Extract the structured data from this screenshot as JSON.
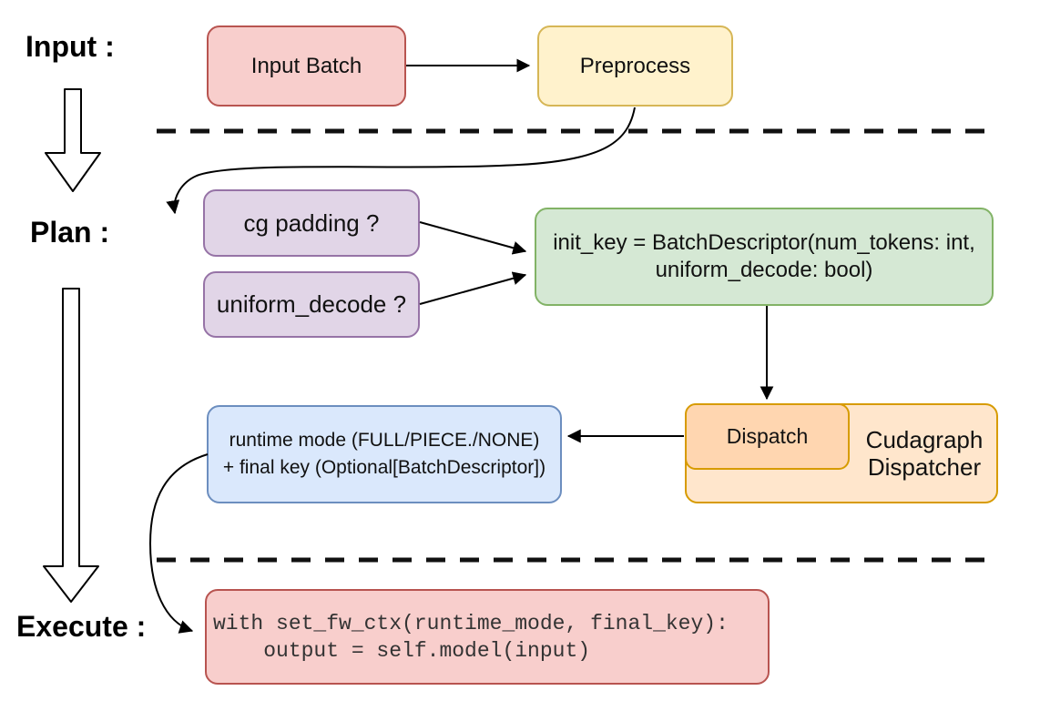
{
  "stage_labels": {
    "input": "Input :",
    "plan": "Plan :",
    "execute": "Execute :"
  },
  "nodes": {
    "input_batch": {
      "label": "Input Batch",
      "fill": "#f8cecc",
      "stroke": "#b85450"
    },
    "preprocess": {
      "label": "Preprocess",
      "fill": "#fff2cc",
      "stroke": "#d6b656"
    },
    "cg_padding": {
      "label": "cg padding ?",
      "fill": "#e1d5e7",
      "stroke": "#9673a6"
    },
    "uniform_decode": {
      "label": "uniform_decode ?",
      "fill": "#e1d5e7",
      "stroke": "#9673a6"
    },
    "init_key": {
      "line1": "init_key = BatchDescriptor(num_tokens: int,",
      "line2": "uniform_decode: bool)",
      "fill": "#d5e8d4",
      "stroke": "#82b366"
    },
    "runtime_mode": {
      "line1": "runtime mode (FULL/PIECE./NONE)",
      "line2": "+ final key (Optional[BatchDescriptor])",
      "fill": "#dae8fc",
      "stroke": "#6c8ebf"
    },
    "dispatch": {
      "label": "Dispatch",
      "fill": "#ffd6b0",
      "stroke": "#d79b00"
    },
    "cudagraph_dispatcher": {
      "line1": "Cudagraph",
      "line2": "Dispatcher",
      "fill": "#ffe6cc",
      "stroke": "#d79b00"
    },
    "execute_code": {
      "line1": "with set_fw_ctx(runtime_mode, final_key):",
      "line2": "    output = self.model(input)",
      "fill": "#f8cecc",
      "stroke": "#b85450"
    }
  },
  "connector_color": "#000000"
}
